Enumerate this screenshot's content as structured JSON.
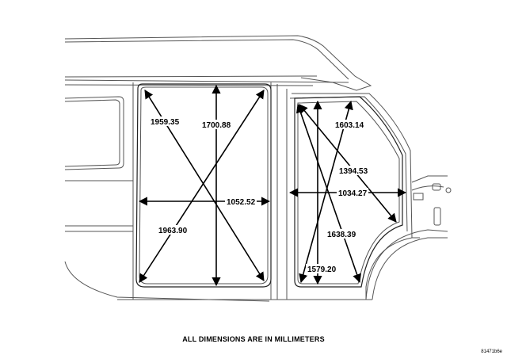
{
  "caption": "ALL DIMENSIONS ARE IN MILLIMETERS",
  "figure_id": "81471b6e",
  "dimensions": {
    "cargo_diagonal_top": "1959.35",
    "cargo_height": "1700.88",
    "cargo_width": "1052.52",
    "cargo_diagonal_bottom": "1963.90",
    "door_top": "1603.14",
    "door_diagonal_top": "1394.53",
    "door_width": "1034.27",
    "door_diagonal_bottom": "1638.39",
    "door_height": "1579.20"
  },
  "colors": {
    "line": "#000000",
    "body": "#555555",
    "background": "#ffffff"
  }
}
